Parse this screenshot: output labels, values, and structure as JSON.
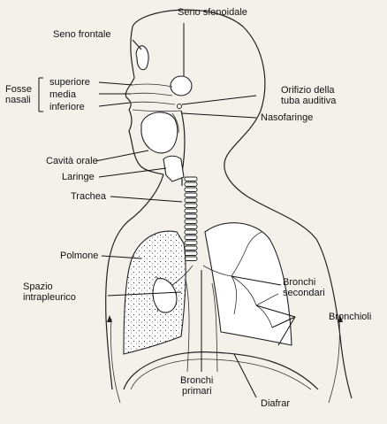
{
  "labels": {
    "seno_sfenoidale": "Seno sfenoidale",
    "seno_frontale": "Seno frontale",
    "fosse": "Fosse",
    "nasali": "nasali",
    "superiore": "superiore",
    "media": "media",
    "inferiore": "inferiore",
    "orifizio_1": "Orifizio della",
    "orifizio_2": "tuba auditiva",
    "nasofaringe": "Nasofaringe",
    "cavita_orale": "Cavità orale",
    "laringe": "Laringe",
    "trachea": "Trachea",
    "polmone": "Polmone",
    "spazio_1": "Spazio",
    "spazio_2": "intrapleurico",
    "bronchi_sec_1": "Bronchi",
    "bronchi_sec_2": "secondari",
    "bronchioli": "Bronchioli",
    "bronchi_pri_1": "Bronchi",
    "bronchi_pri_2": "primari",
    "diaframma": "Diafrar"
  }
}
